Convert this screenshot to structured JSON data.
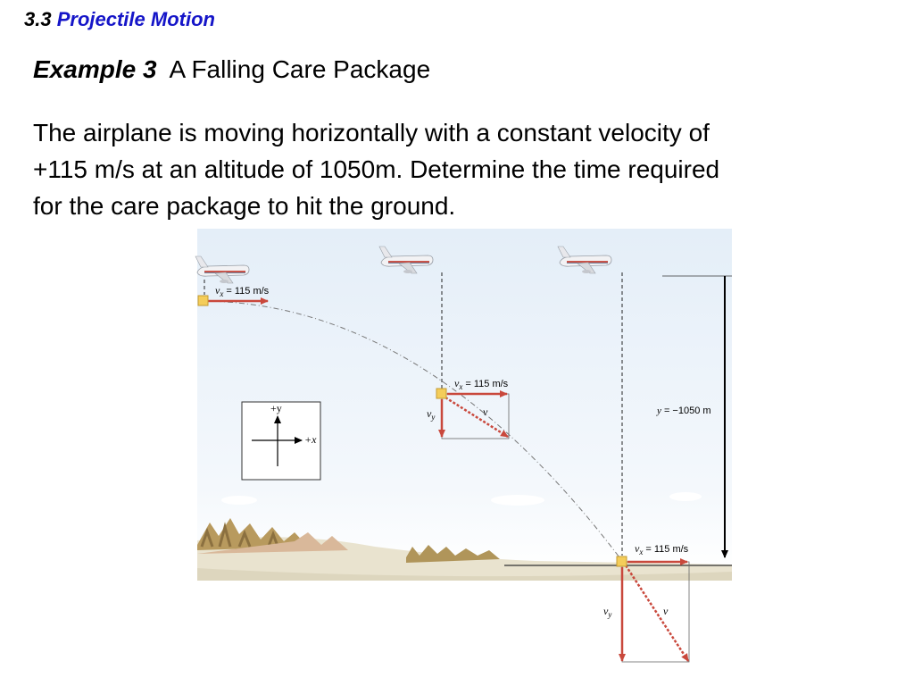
{
  "header": {
    "section_number": "3.3",
    "section_name": "Projectile Motion"
  },
  "slide": {
    "example_label": "Example 3",
    "example_title": "A Falling Care Package",
    "body_line1": "The airplane is moving horizontally with a constant velocity of",
    "body_line2": "+115 m/s at an altitude of 1050m.  Determine the time required",
    "body_line3": "for the care package to hit the ground."
  },
  "figure": {
    "vx_var": "v",
    "vx_sub": "x",
    "vx_value": " = 115 m/s",
    "vy_var": "v",
    "vy_sub": "y",
    "v_label": "v",
    "y_label_var": "y",
    "y_label_value": " = −1050 m",
    "axis_plus_y": "+y",
    "axis_plus_x": "+x",
    "colors": {
      "vector_red": "#c9483c",
      "package_yellow": "#f4cd5a",
      "sky_top": "#e6eff8",
      "sky_bottom": "#ffffff",
      "ground": "#e9e3cf"
    }
  }
}
